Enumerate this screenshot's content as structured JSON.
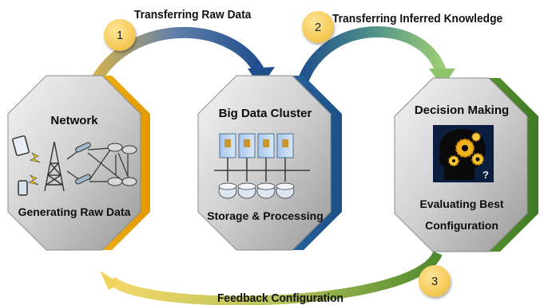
{
  "arrows": {
    "transfer_raw": "Transferring Raw Data",
    "transfer_knowledge": "Transferring Inferred Knowledge",
    "feedback": "Feedback Configuration"
  },
  "steps": [
    "1",
    "2",
    "3"
  ],
  "nodes": {
    "network": {
      "title": "Network",
      "caption": "Generating Raw Data"
    },
    "cluster": {
      "title": "Big Data Cluster",
      "caption": "Storage & Processing"
    },
    "decision": {
      "title": "Decision Making",
      "caption_line1": "Evaluating Best",
      "caption_line2": "Configuration"
    }
  },
  "colors": {
    "network_accent": "#f2b705",
    "cluster_accent": "#2a6fa8",
    "decision_accent": "#5f9a36",
    "arrow_blue": "#1f4e8c",
    "arrow_green": "#8ec56a",
    "arrow_yellow": "#f0d35a",
    "step_circle": "#f6cd5e"
  },
  "icons": [
    "phone-icon",
    "tablet-icon",
    "lightning-icon",
    "antenna-tower-icon",
    "router-icon",
    "server-rack-icon",
    "database-icon",
    "head-gears-icon"
  ]
}
